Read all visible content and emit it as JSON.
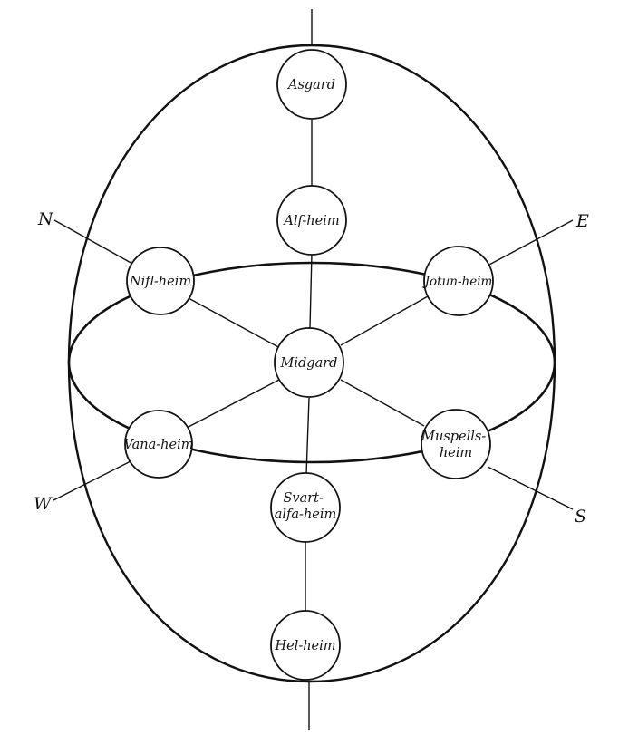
{
  "diagram": {
    "worlds": {
      "asgard": [
        "Asgard"
      ],
      "alfheim": [
        "Alf-heim"
      ],
      "niflheim": [
        "Nifl-heim"
      ],
      "jotunheim": [
        "Jotun-heim"
      ],
      "midgard": [
        "Midgard"
      ],
      "vanaheim": [
        "Vana-heim"
      ],
      "muspellsheim": [
        "Muspells-",
        "heim"
      ],
      "svartalfaheim": [
        "Svart-",
        "alfa-heim"
      ],
      "helheim": [
        "Hel-heim"
      ]
    },
    "directions": {
      "north": "N",
      "east": "E",
      "west": "W",
      "south": "S"
    },
    "colors": {
      "ink": "#111111",
      "paper": "#ffffff"
    }
  }
}
